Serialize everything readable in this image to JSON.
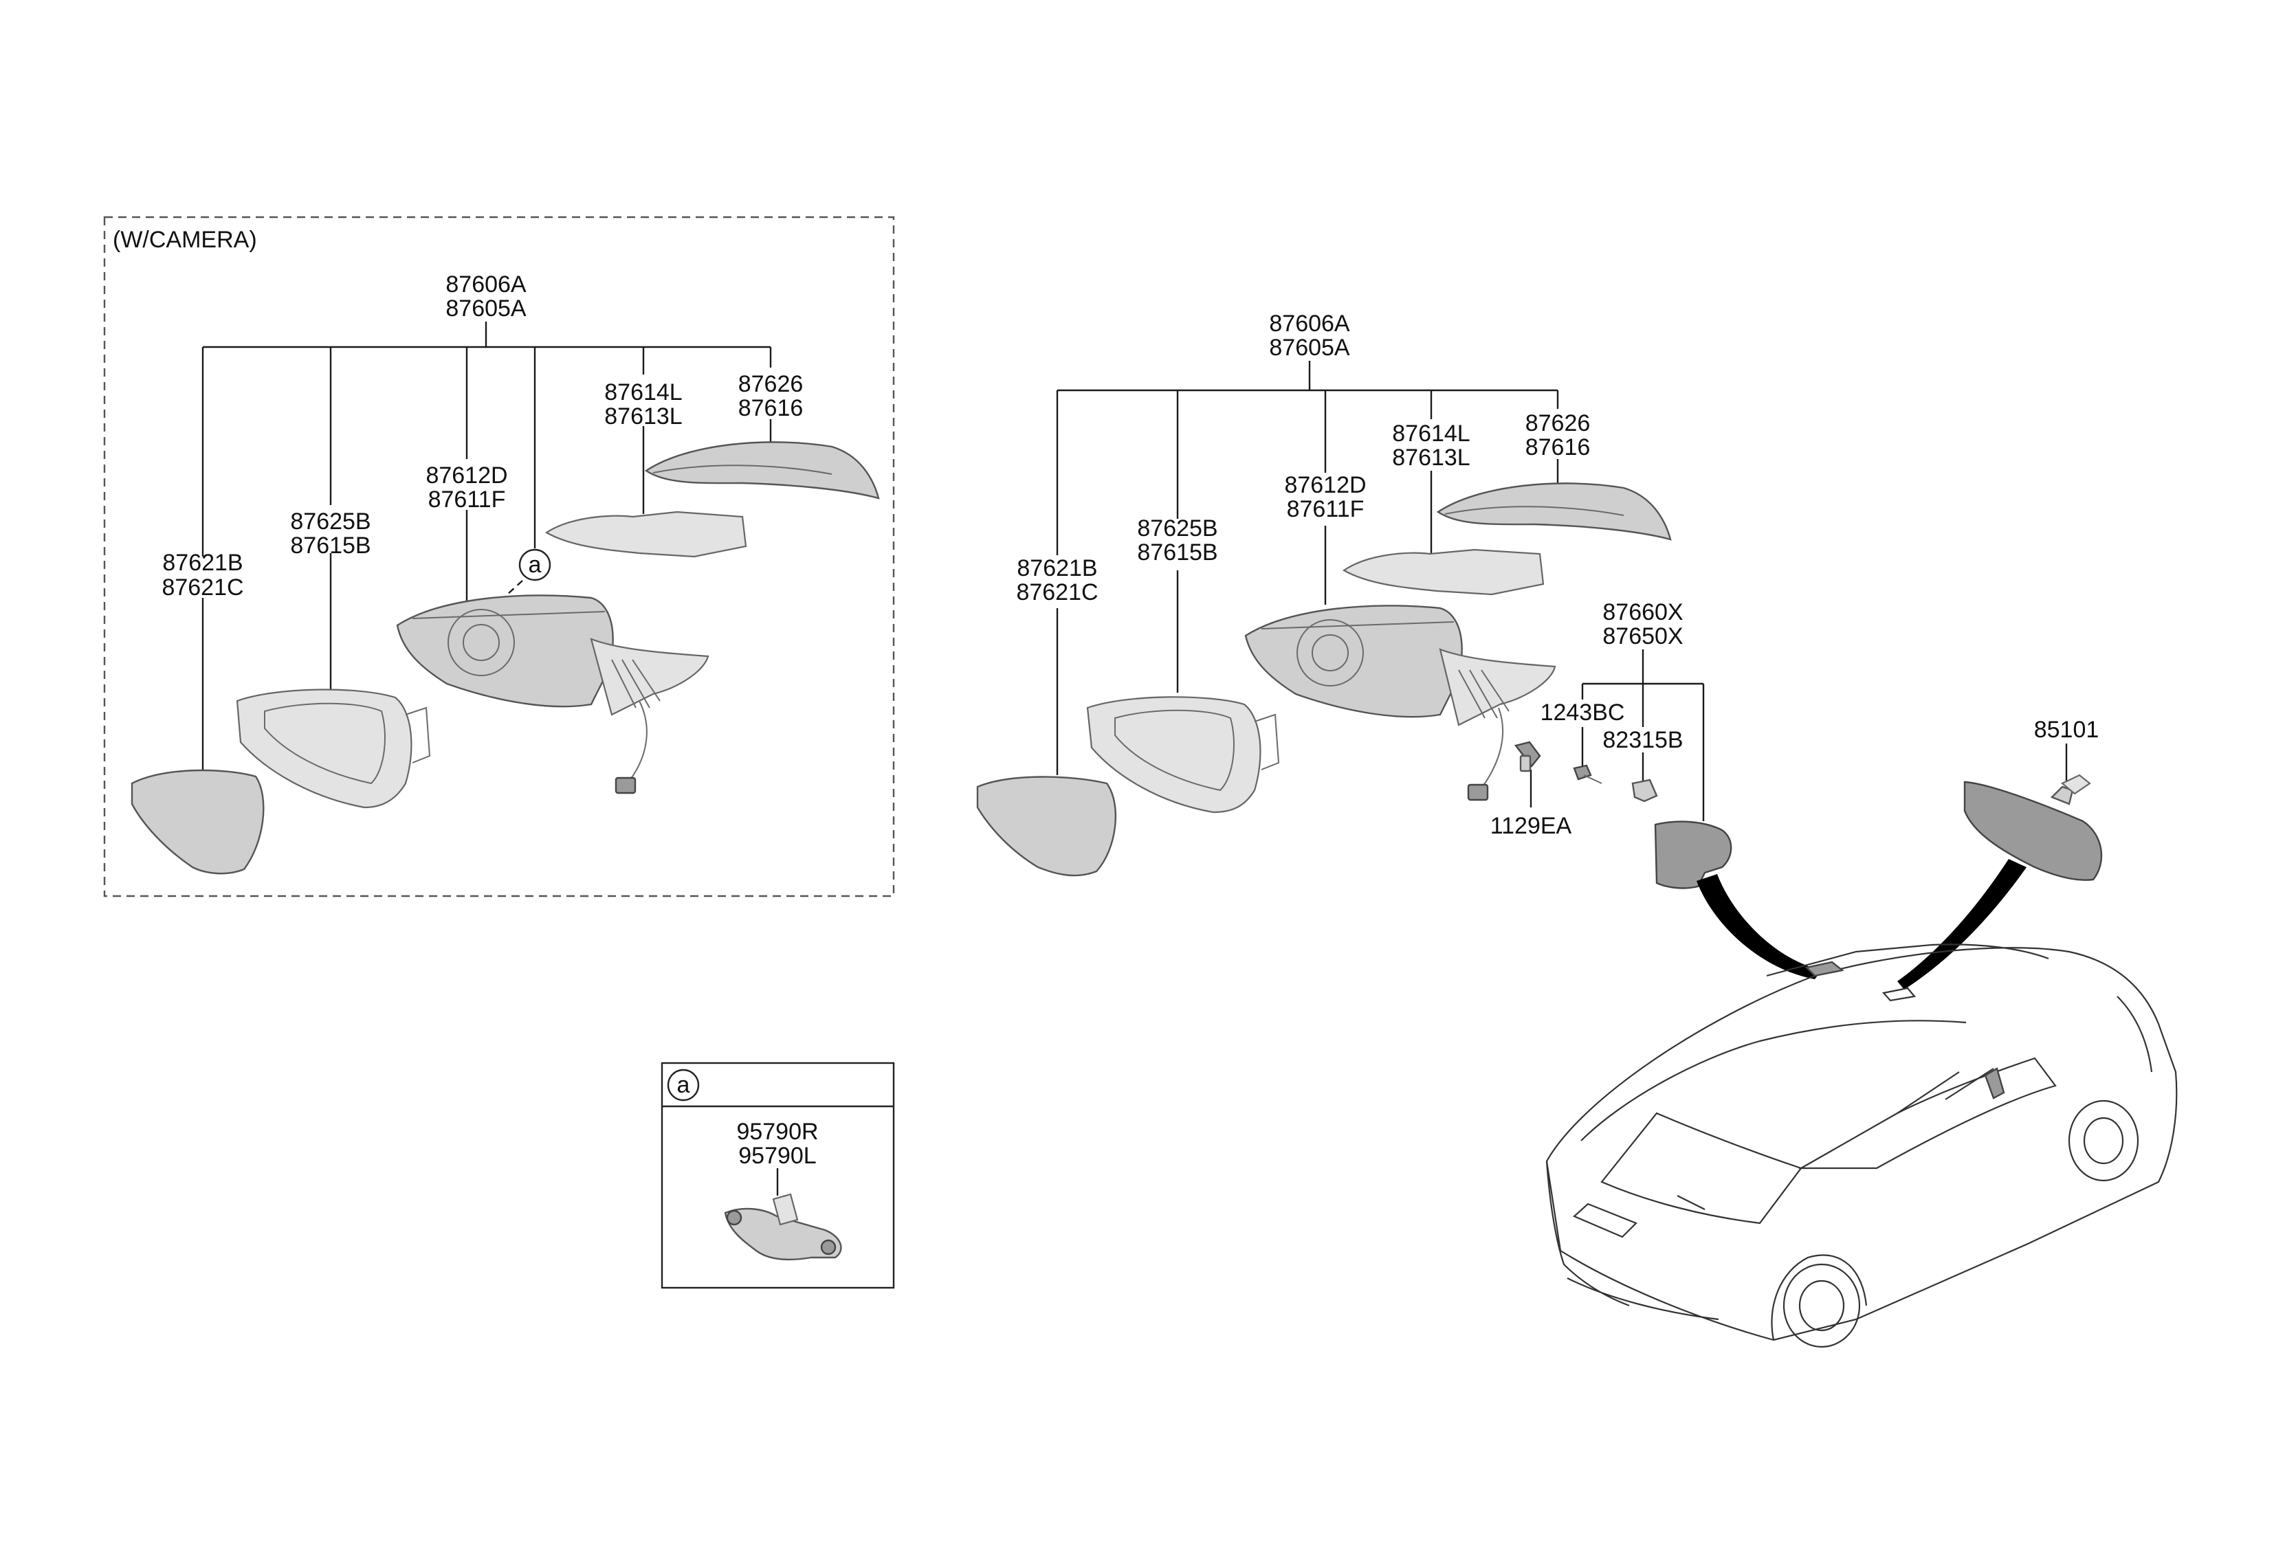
{
  "left_group": {
    "title": "(W/CAMERA)",
    "assembly": [
      "87606A",
      "87605A"
    ],
    "glass": [
      "87621B",
      "87621C"
    ],
    "holder": [
      "87625B",
      "87615B"
    ],
    "housing": [
      "87612D",
      "87611F"
    ],
    "lamp": [
      "87614L",
      "87613L"
    ],
    "cover": [
      "87626",
      "87616"
    ],
    "callout": "a"
  },
  "right_group": {
    "assembly": [
      "87606A",
      "87605A"
    ],
    "glass": [
      "87621B",
      "87621C"
    ],
    "holder": [
      "87625B",
      "87615B"
    ],
    "housing": [
      "87612D",
      "87611F"
    ],
    "lamp": [
      "87614L",
      "87613L"
    ],
    "cover": [
      "87626",
      "87616"
    ],
    "bolt": "1129EA"
  },
  "garnish_group": {
    "assembly": [
      "87660X",
      "87650X"
    ],
    "screw": "1243BC",
    "clip": "82315B"
  },
  "inside_mirror": {
    "part": "85101"
  },
  "detail_a": {
    "callout": "a",
    "camera": [
      "95790R",
      "95790L"
    ]
  }
}
